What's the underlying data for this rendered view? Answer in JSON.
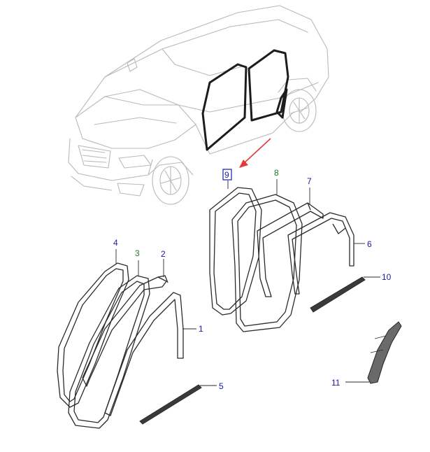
{
  "diagram": {
    "colors": {
      "callout_blue": "#1a1aa6",
      "callout_green": "#1f7a1f",
      "highlight_arrow": "#e23a3a",
      "car_outline": "#b9b9b9",
      "part_outline": "#2a2a2a"
    },
    "callouts": {
      "c1": "1",
      "c2": "2",
      "c3": "3",
      "c4": "4",
      "c5": "5",
      "c6": "6",
      "c7": "7",
      "c8": "8",
      "c9": "9",
      "c10": "10",
      "c11": "11"
    }
  }
}
